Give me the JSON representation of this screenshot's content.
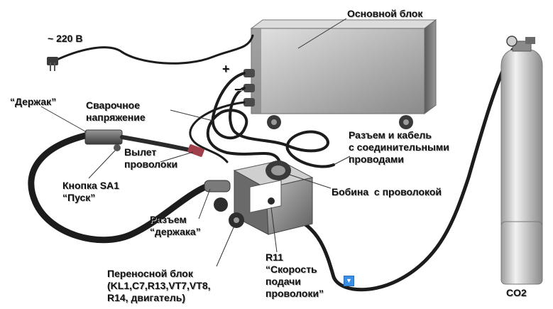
{
  "labels": {
    "main_unit": "Основной блок",
    "mains": "~ 220 В",
    "plus": "+",
    "minus": "−",
    "holder": "“Держак”",
    "weld_voltage": "Сварочное\nнапряжение",
    "wire_stickout": "Вылет\nпроволоки",
    "button": "Кнопка SA1\n“Пуск”",
    "connector_cable": "Разъем и кабель\nс соединительными\nпроводами",
    "spool": "Бобина  с проволокой",
    "holder_connector": "Разъем\n“держака”",
    "r11": "R11\n“Скорость\nподачи\nпроволоки”",
    "portable_unit": "Переносной блок\n(KL1,C7,R13,VT7,VT8,\nR14, двигатель)",
    "co2": "CO2"
  },
  "scroll_button": {
    "glyph": "▼"
  },
  "colors": {
    "cable": "#1c1c1c",
    "box_light": "#c8c8c8",
    "box_dark": "#6e6e6e",
    "cylinder": "#d8d8d8",
    "accent": "#3a8ee6"
  }
}
